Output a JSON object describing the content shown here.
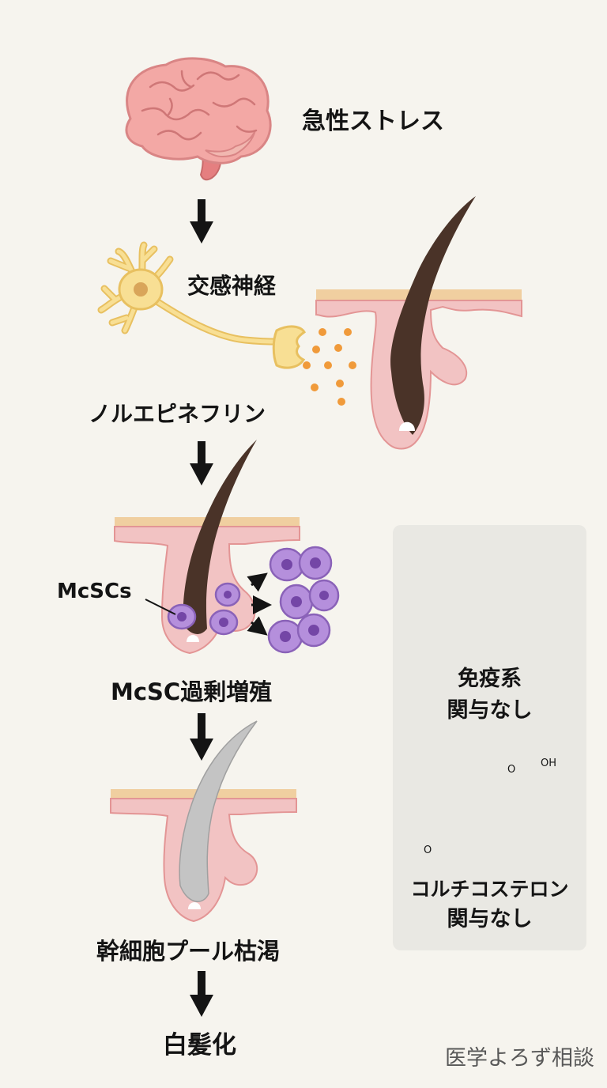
{
  "steps": {
    "stress": "急性ストレス",
    "sympathetic": "交感神経",
    "norepinephrine": "ノルエピネフリン",
    "mcsc_label": "McSCs",
    "proliferation": "McSC過剰増殖",
    "depletion": "幹細胞プール枯渇",
    "graying": "白髪化"
  },
  "panel": {
    "immune_line1": "免疫系",
    "immune_line2": "関与なし",
    "cortico_line1": "コルチコステロン",
    "cortico_line2": "関与なし",
    "oh_label": "OH",
    "o_top_label": "O",
    "o_left_label": "O"
  },
  "watermark": "医学よろず相談",
  "colors": {
    "background": "#f6f4ee",
    "panel": "#e9e8e3",
    "skin": "#f2c3c3",
    "skin_top": "#f0cfa0",
    "hair": "#4a3328",
    "gray_hair": "#b9b9b9",
    "brain": "#f0a5a5",
    "neuron": "#f5d98a",
    "dots": "#f09a3a",
    "cells": "#b58fdc"
  }
}
